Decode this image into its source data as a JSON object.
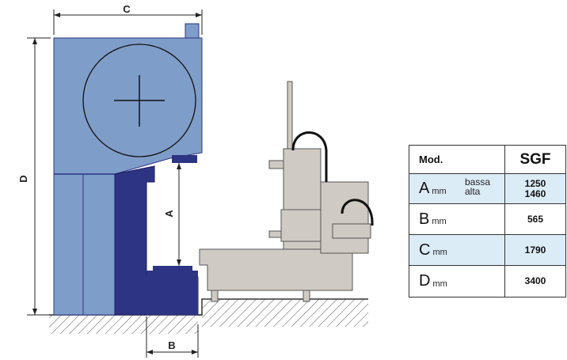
{
  "dimensions": {
    "c_label": "C",
    "d_label": "D",
    "a_label": "A",
    "b_label": "B"
  },
  "table": {
    "header_mod": "Mod.",
    "header_model": "SGF",
    "rows": [
      {
        "letter": "A",
        "unit": "mm",
        "sub_labels": [
          "bassa",
          "alta"
        ],
        "values": [
          "1250",
          "1460"
        ]
      },
      {
        "letter": "B",
        "unit": "mm",
        "values": [
          "565"
        ]
      },
      {
        "letter": "C",
        "unit": "mm",
        "values": [
          "1790"
        ]
      },
      {
        "letter": "D",
        "unit": "mm",
        "values": [
          "3400"
        ]
      }
    ]
  },
  "colors": {
    "machine_light": "#7f9dc9",
    "machine_dark": "#2d3483",
    "carriage_gray": "#cfcac3",
    "table_highlight": "#dcecf7"
  }
}
